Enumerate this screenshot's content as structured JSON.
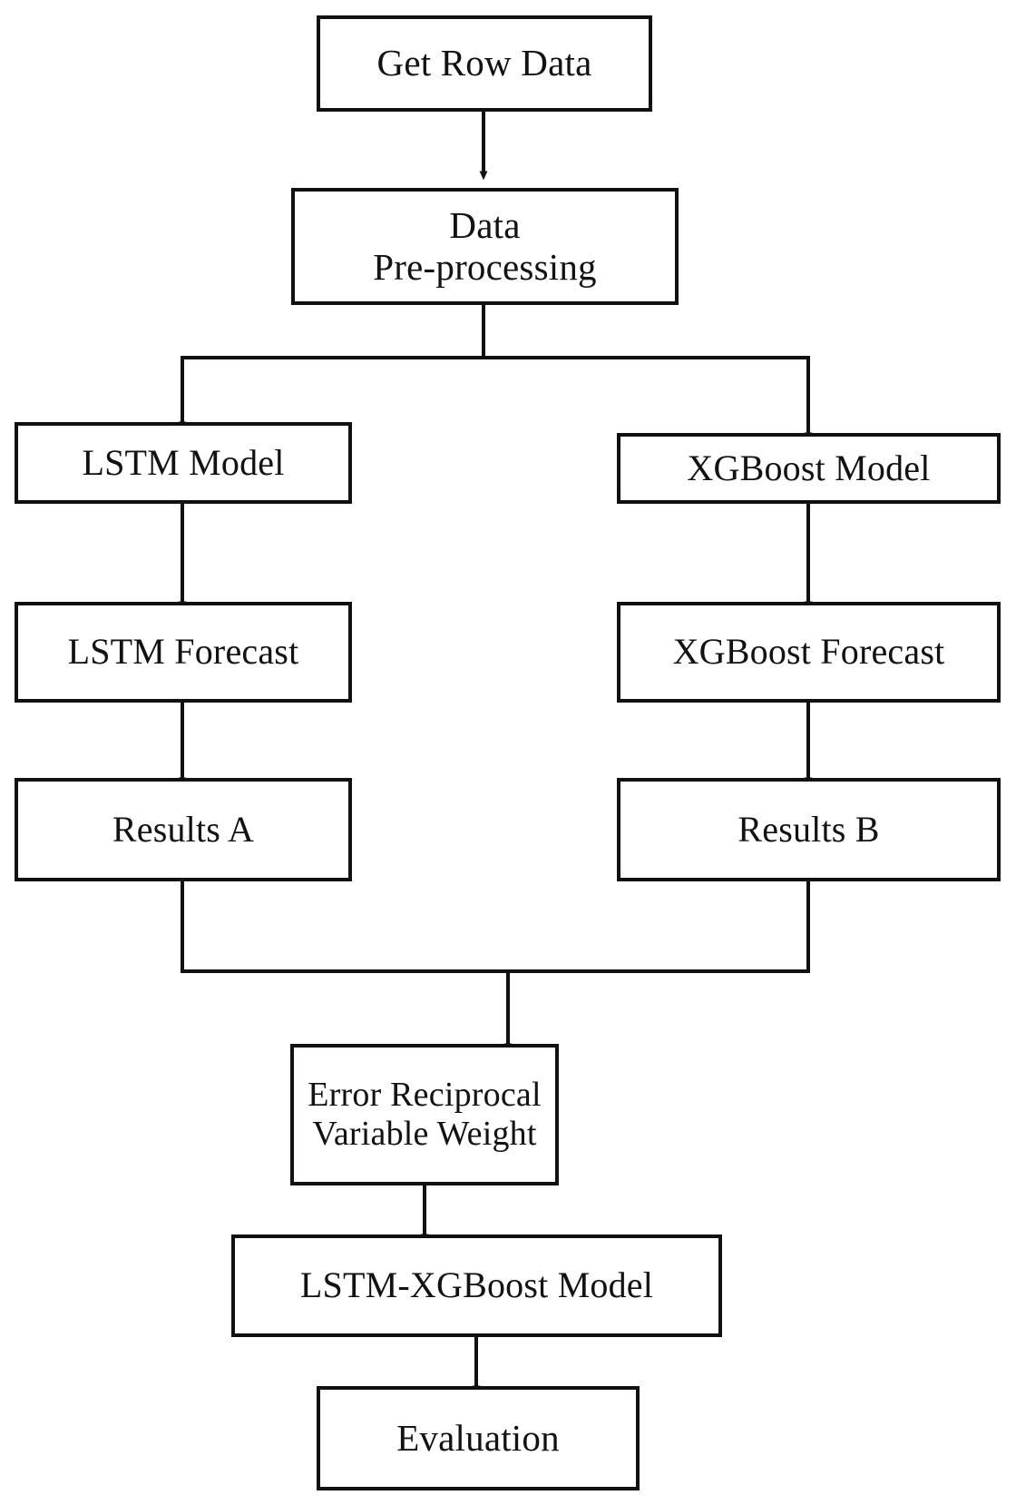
{
  "diagram": {
    "type": "flowchart",
    "orientation": "top-to-bottom",
    "background_color": "#ffffff",
    "stroke_color": "#111111",
    "text_color": "#121212",
    "nodes": [
      {
        "id": "get_row_data",
        "label": "Get Row Data",
        "line1": "Get Row Data",
        "line2": ""
      },
      {
        "id": "preprocessing",
        "label": "Data Pre-processing",
        "line1": "Data",
        "line2": "Pre-processing"
      },
      {
        "id": "lstm_model",
        "label": "LSTM Model",
        "line1": "LSTM Model",
        "line2": ""
      },
      {
        "id": "xgb_model",
        "label": "XGBoost Model",
        "line1": "XGBoost Model",
        "line2": ""
      },
      {
        "id": "lstm_forecast",
        "label": "LSTM Forecast",
        "line1": "LSTM Forecast",
        "line2": ""
      },
      {
        "id": "xgb_forecast",
        "label": "XGBoost Forecast",
        "line1": "XGBoost Forecast",
        "line2": ""
      },
      {
        "id": "results_a",
        "label": "Results A",
        "line1": "Results A",
        "line2": ""
      },
      {
        "id": "results_b",
        "label": "Results B",
        "line1": "Results B",
        "line2": ""
      },
      {
        "id": "weighting",
        "label": "Error Reciprocal Variable Weight",
        "line1": "Error Reciprocal",
        "line2": "Variable Weight"
      },
      {
        "id": "hybrid_model",
        "label": "LSTM-XGBoost Model",
        "line1": "LSTM-XGBoost Model",
        "line2": ""
      },
      {
        "id": "evaluation",
        "label": "Evaluation",
        "line1": "Evaluation",
        "line2": ""
      }
    ],
    "edges": [
      {
        "from": "get_row_data",
        "to": "preprocessing"
      },
      {
        "from": "preprocessing",
        "to": "lstm_model"
      },
      {
        "from": "preprocessing",
        "to": "xgb_model"
      },
      {
        "from": "lstm_model",
        "to": "lstm_forecast"
      },
      {
        "from": "xgb_model",
        "to": "xgb_forecast"
      },
      {
        "from": "lstm_forecast",
        "to": "results_a"
      },
      {
        "from": "xgb_forecast",
        "to": "results_b"
      },
      {
        "from": "results_a",
        "to": "weighting"
      },
      {
        "from": "results_b",
        "to": "weighting"
      },
      {
        "from": "weighting",
        "to": "hybrid_model"
      },
      {
        "from": "hybrid_model",
        "to": "evaluation"
      }
    ]
  }
}
